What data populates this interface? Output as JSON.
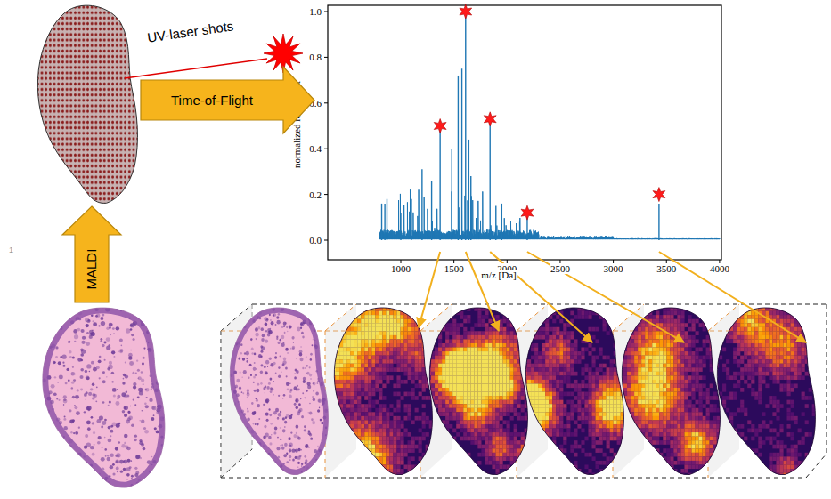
{
  "diagram": {
    "nodes": [
      {
        "text": [
          "MALDI"
        ]
      },
      {
        "text": [
          "Time-of-Flight"
        ]
      }
    ],
    "labels": [
      "UV-laser shots",
      "1",
      "1.0",
      "0.8",
      "0.6",
      "0.4",
      "0.2",
      "0.0",
      "1000",
      "1500",
      "2000",
      "2500",
      "3000",
      "3500",
      "4000",
      "m/z [Da]",
      "normalized ions count"
    ]
  }
}
